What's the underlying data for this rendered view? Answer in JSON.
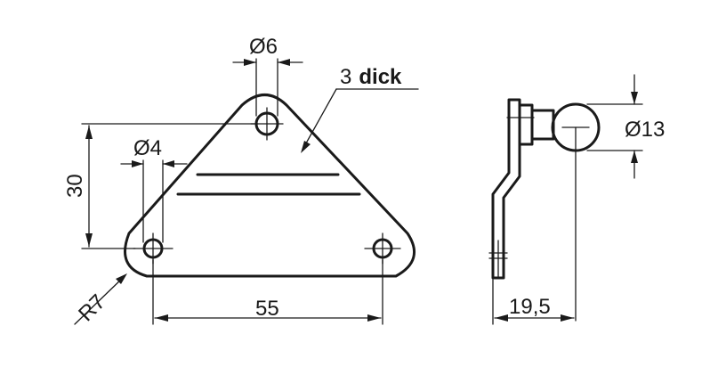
{
  "labels": {
    "hole_top_diameter": "Ø6",
    "hole_bottom_diameter": "Ø4",
    "thickness_number": "3",
    "thickness_word": "dick",
    "height": "30",
    "width": "55",
    "radius": "R7",
    "ball_diameter": "Ø13",
    "side_offset": "19,5"
  }
}
